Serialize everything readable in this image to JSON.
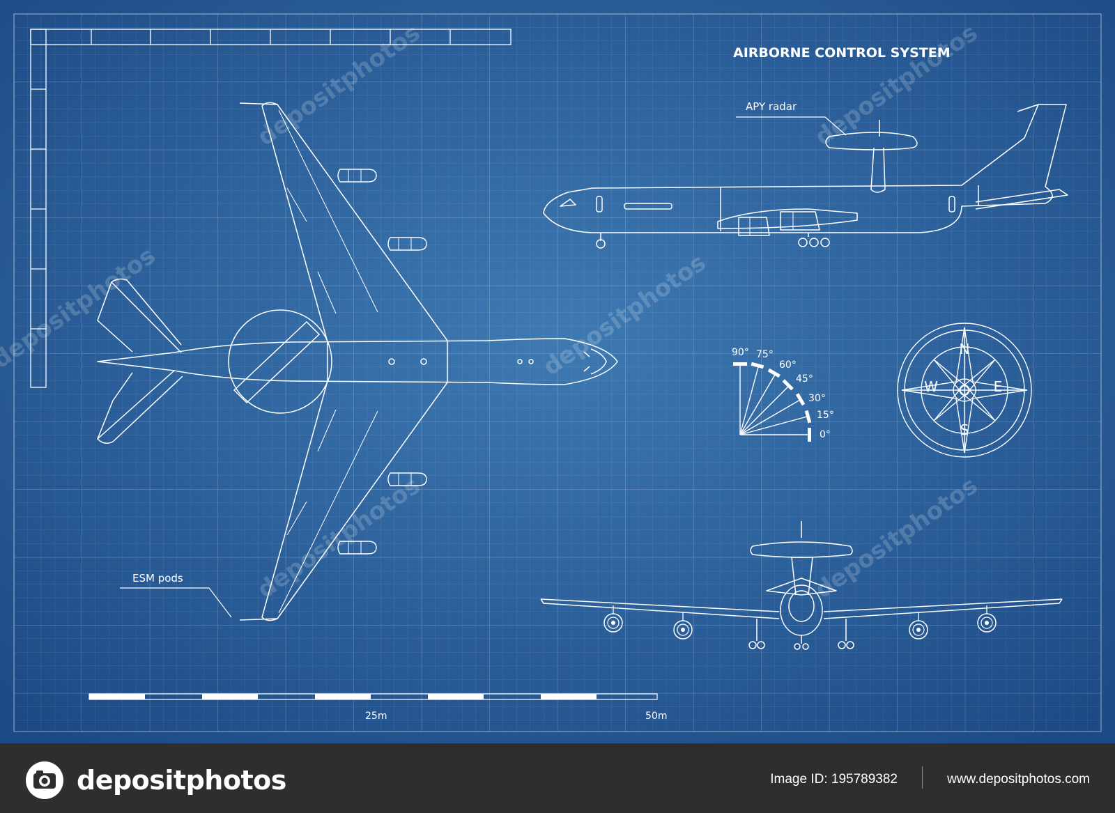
{
  "title": "AIRBORNE CONTROL SYSTEM",
  "callouts": {
    "radar": "APY radar",
    "pods": "ESM pods"
  },
  "scale": {
    "mid_label": "25m",
    "end_label": "50m"
  },
  "angles": {
    "labels": [
      "90°",
      "75°",
      "60°",
      "45°",
      "30°",
      "15°",
      "0°"
    ]
  },
  "compass": {
    "letters": [
      "N",
      "E",
      "S",
      "W"
    ]
  },
  "watermark": {
    "text": "depositphotos"
  },
  "footer": {
    "brand": "depositphotos",
    "image_id": "Image ID: 195789382",
    "url": "www.depositphotos.com"
  },
  "colors": {
    "background_center": "#3f7ab3",
    "background_edge": "#1c4a85",
    "line": "#ffffff",
    "footer": "#2e2e2e"
  },
  "icons": [
    "camera-logo-icon"
  ]
}
